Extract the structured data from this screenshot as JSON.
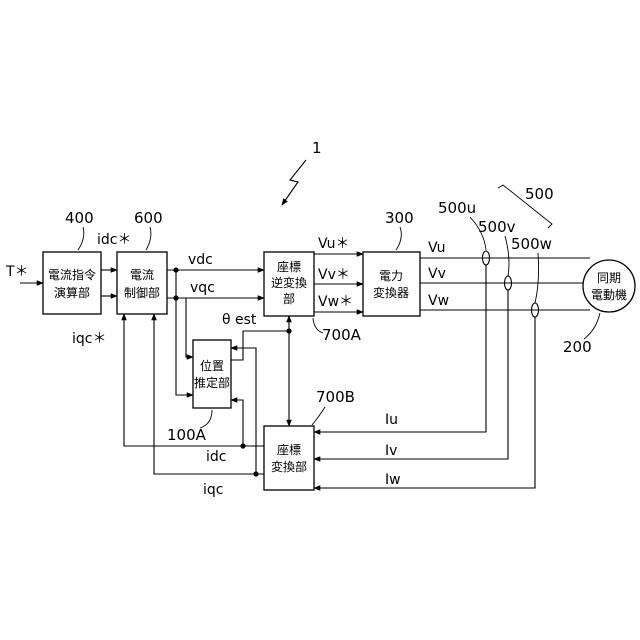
{
  "figure_number": "1",
  "blocks": {
    "current_command": {
      "ref": "400",
      "lines": [
        "電流指令",
        "演算部"
      ]
    },
    "current_control": {
      "ref": "600",
      "lines": [
        "電流",
        "制御部"
      ]
    },
    "inverse_coord": {
      "ref": "700A",
      "lines": [
        "座標",
        "逆変換",
        "部"
      ]
    },
    "power_converter": {
      "ref": "300",
      "lines": [
        "電力",
        "変換器"
      ]
    },
    "position_estimator": {
      "ref": "100A",
      "lines": [
        "位置",
        "推定部"
      ]
    },
    "coord_transform": {
      "ref": "700B",
      "lines": [
        "座標",
        "変換部"
      ]
    },
    "motor": {
      "ref": "200",
      "lines": [
        "同期",
        "電動機"
      ]
    }
  },
  "signals": {
    "torque_cmd": "T＊",
    "idc_cmd": "idc＊",
    "iqc_cmd": "iqc＊",
    "vdc": "vdc",
    "vqc": "vqc",
    "theta_est": "θ est",
    "vu_cmd": "Vu＊",
    "vv_cmd": "Vv＊",
    "vw_cmd": "Vw＊",
    "vu": "Vu",
    "vv": "Vv",
    "vw": "Vw",
    "iu": "Iu",
    "iv": "Iv",
    "iw": "Iw",
    "idc": "idc",
    "iqc": "iqc"
  },
  "sensors": {
    "group": "500",
    "u": "500u",
    "v": "500v",
    "w": "500w"
  }
}
